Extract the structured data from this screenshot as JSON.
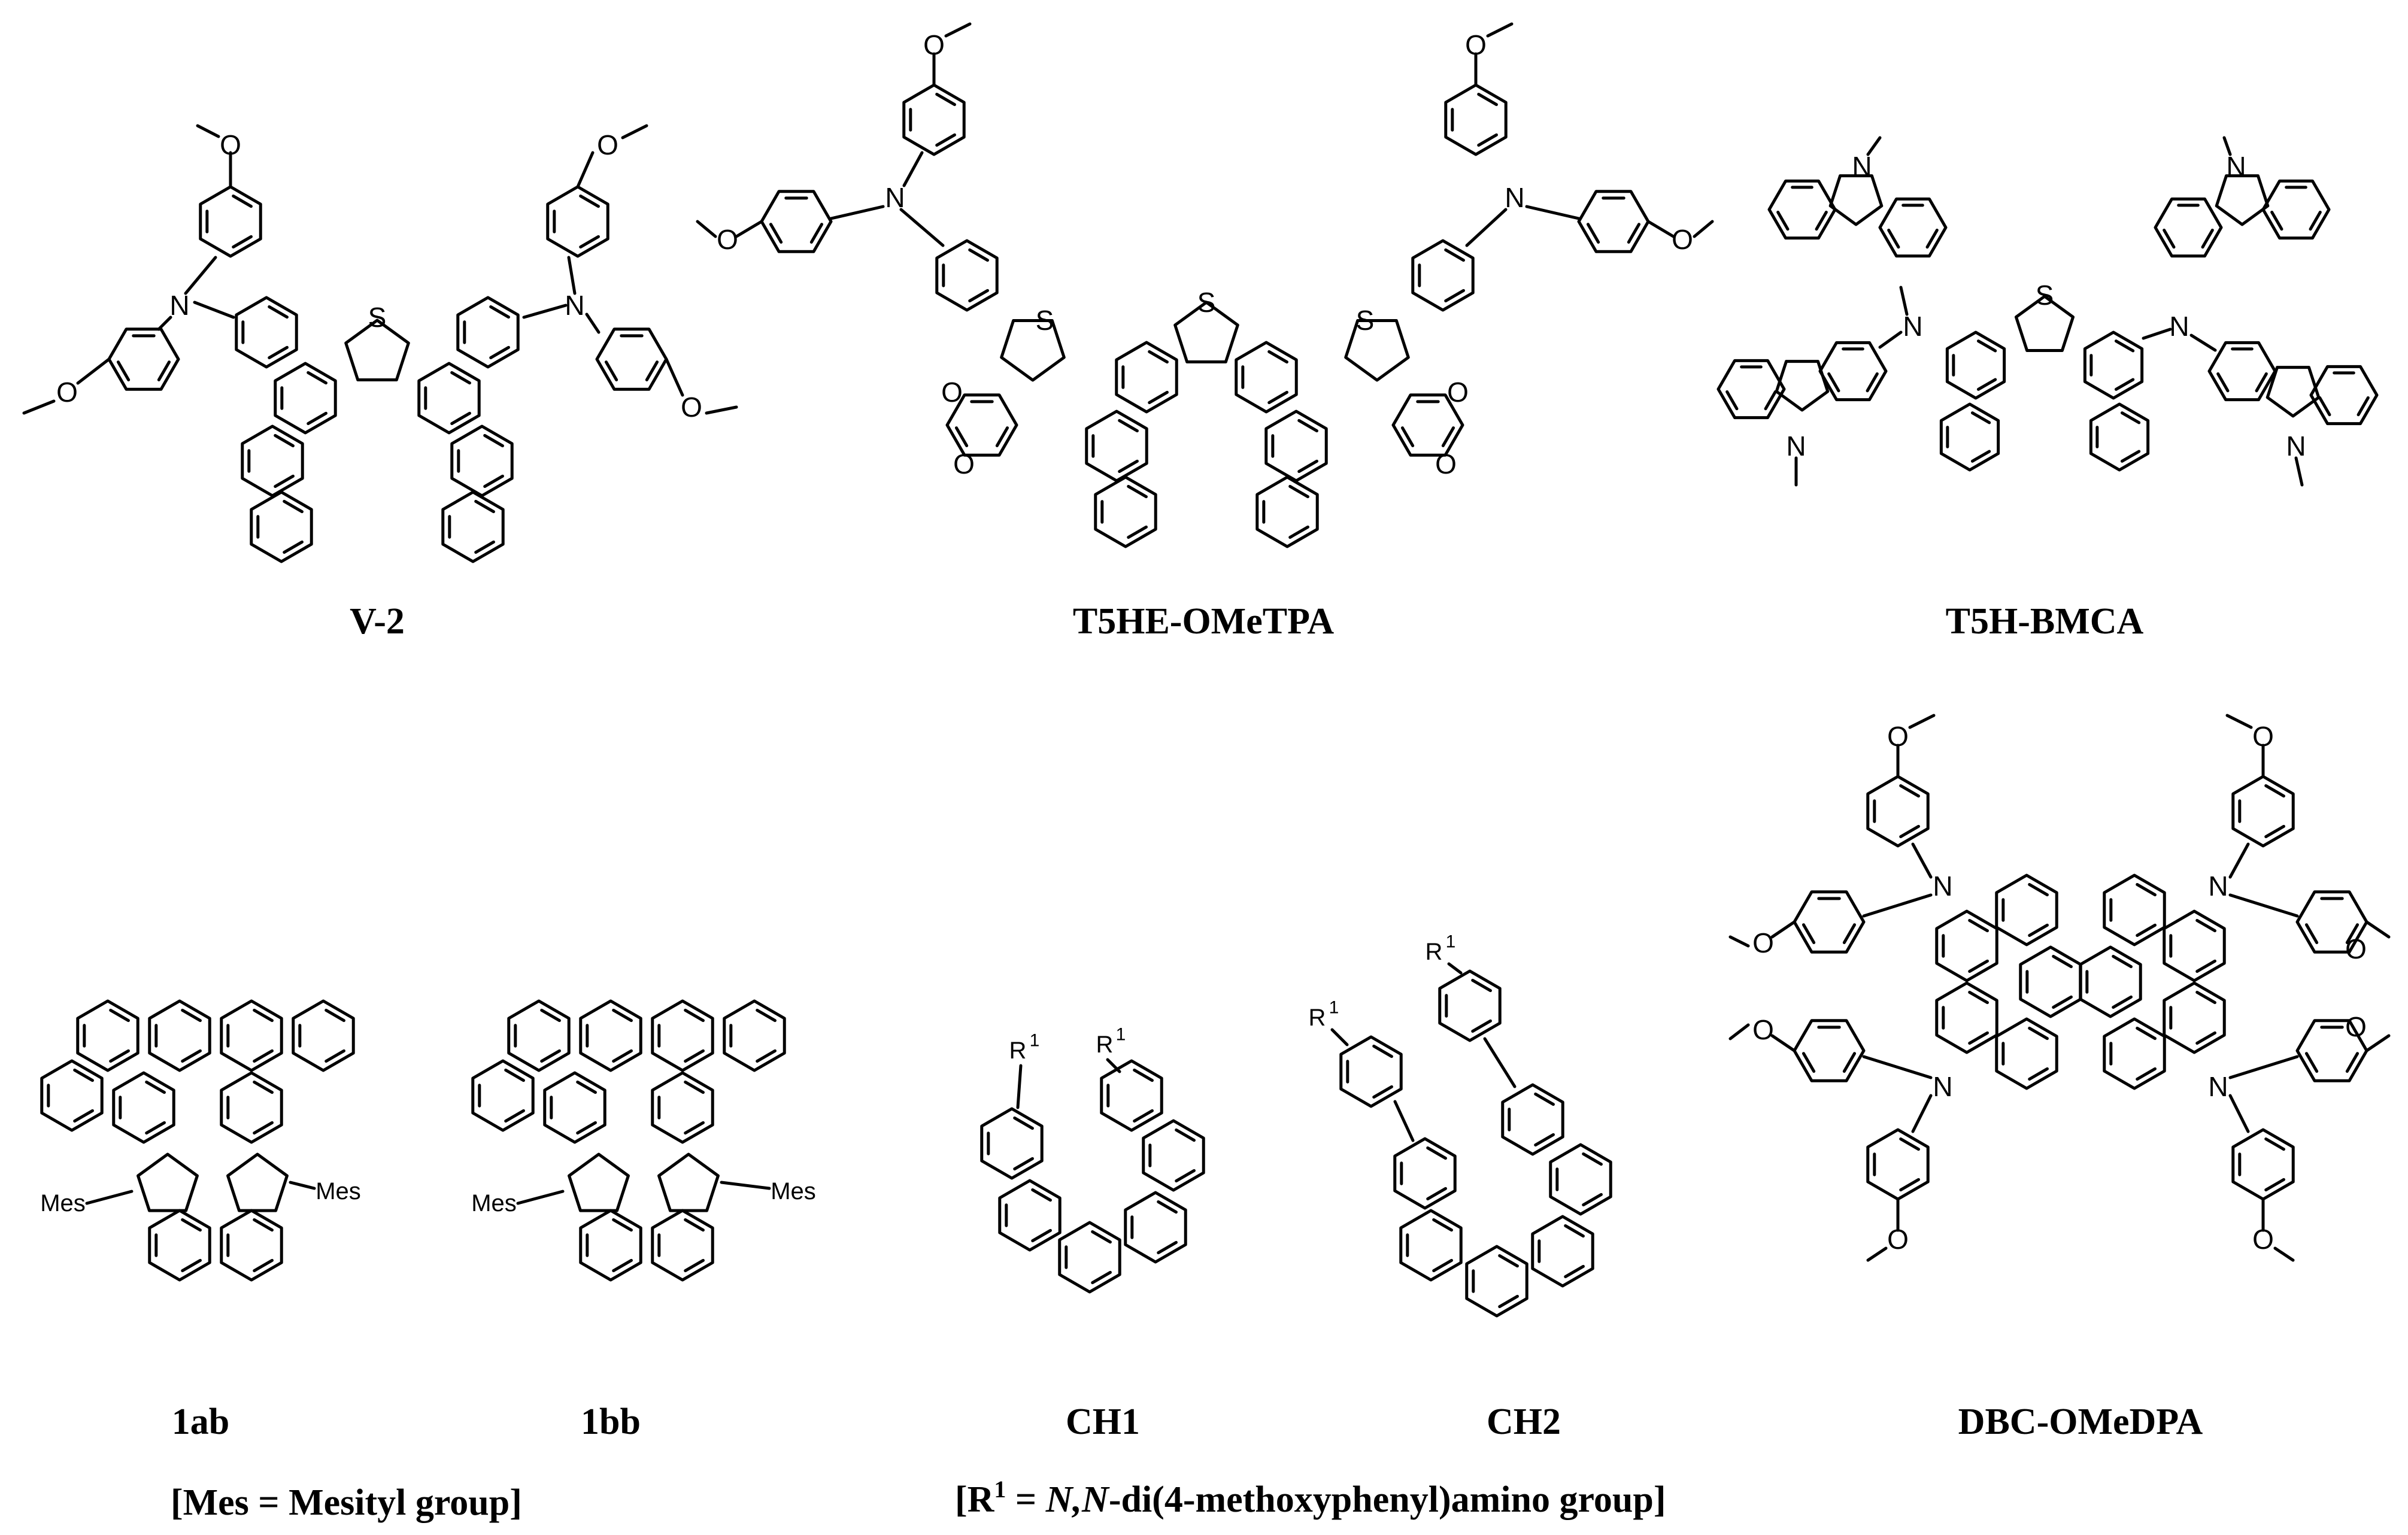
{
  "compounds": [
    {
      "name": "V-2"
    },
    {
      "name": "T5HE-OMeTPA"
    },
    {
      "name": "T5H-BMCA"
    },
    {
      "name": "1ab"
    },
    {
      "name": "1bb"
    },
    {
      "name": "CH1"
    },
    {
      "name": "CH2"
    },
    {
      "name": "DBC-OMeDPA"
    }
  ],
  "notes": {
    "mes": "[Mes = Mesityl group]",
    "r1_open": "[R",
    "r1_sup": "1",
    "r1_eq": " = ",
    "r1_italic": "N,N",
    "r1_rest": "-di(4-methoxyphenyl)amino group]"
  },
  "atoms": {
    "S": "S",
    "N": "N",
    "O": "O",
    "Mes": "Mes",
    "R": "R",
    "R_sup": "1"
  }
}
